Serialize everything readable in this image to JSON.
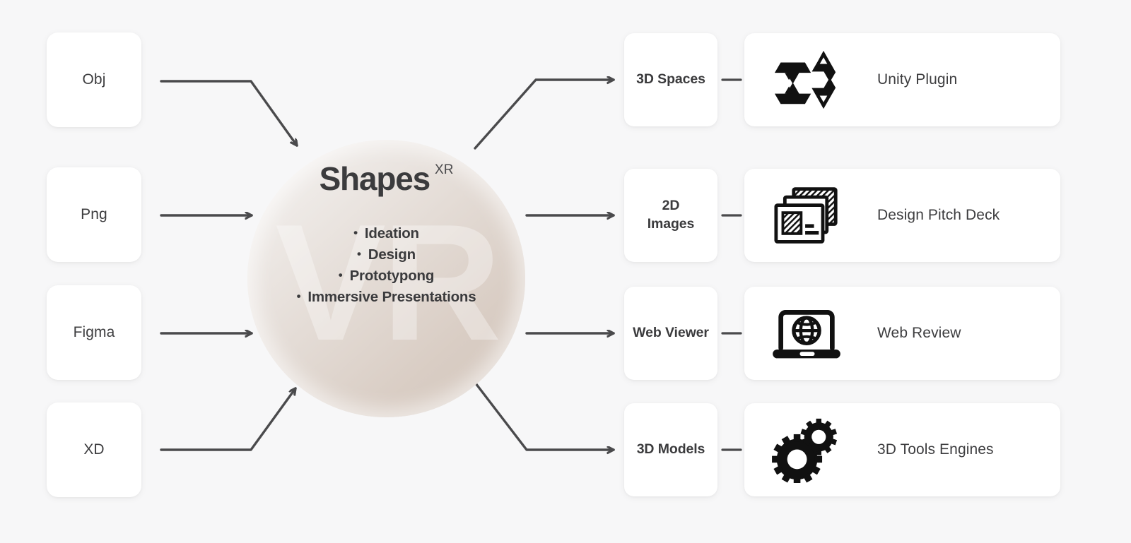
{
  "theme": {
    "background": "#f7f7f8",
    "card_background": "#ffffff",
    "text_color": "#3d3d3f",
    "arrow_color": "#4a4a4c",
    "hub_gradient_light": "#f8f6f5",
    "hub_gradient_dark": "#d3c6bc",
    "watermark_color": "#ffffff"
  },
  "hub": {
    "title": "Shapes",
    "title_superscript": "XR",
    "watermark": "VR",
    "features": [
      "Ideation",
      "Design",
      "Prototypong",
      "Immersive Presentations"
    ]
  },
  "inputs": [
    {
      "label": "Obj"
    },
    {
      "label": "Png"
    },
    {
      "label": "Figma"
    },
    {
      "label": "XD"
    }
  ],
  "outputs": [
    {
      "type_label": "3D Spaces",
      "dest_label": "Unity Plugin",
      "icon": "unity-cube-icon"
    },
    {
      "type_label": "2D\nImages",
      "type_label_line1": "2D",
      "type_label_line2": "Images",
      "dest_label": "Design Pitch Deck",
      "icon": "slide-deck-icon"
    },
    {
      "type_label": "Web Viewer",
      "dest_label": "Web Review",
      "icon": "laptop-globe-icon"
    },
    {
      "type_label": "3D Models",
      "dest_label": "3D Tools Engines",
      "icon": "gears-icon"
    }
  ]
}
